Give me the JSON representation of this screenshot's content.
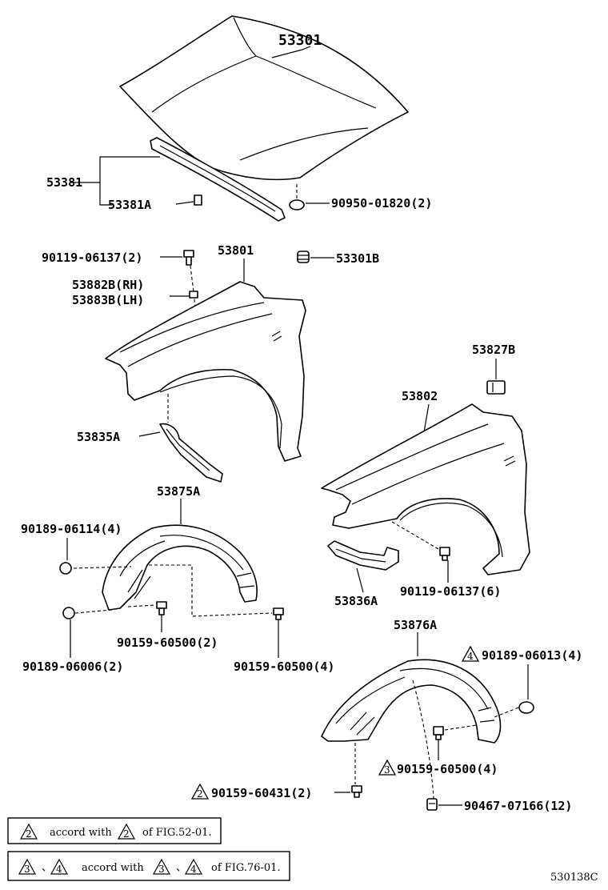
{
  "labels": {
    "p53301": "53301",
    "p53381": "53381",
    "p53381A": "53381A",
    "p90950": "90950-01820(2)",
    "p90119a": "90119-06137(2)",
    "p53801": "53801",
    "p53301B": "53301B",
    "p53882B": "53882B(RH)",
    "p53883B": "53883B(LH)",
    "p53827B": "53827B",
    "p53802": "53802",
    "p53835A": "53835A",
    "p53875A": "53875A",
    "p90189a": "90189-06114(4)",
    "p53836A": "53836A",
    "p90119b": "90119-06137(6)",
    "p90159a": "90159-60500(2)",
    "p90189b": "90189-06006(2)",
    "p90159b": "90159-60500(4)",
    "p53876A": "53876A",
    "p90189c": "90189-06013(4)",
    "p90159c": "90159-60500(4)",
    "p90159d": "90159-60431(2)",
    "p90467": "90467-07166(12)",
    "fig_code": "530138C"
  },
  "markers": {
    "m_90189c": "4",
    "m_90159c": "3",
    "m_90159d": "2"
  },
  "notes": {
    "note1": {
      "marker": "2",
      "text": "accord with",
      "marker2": "2",
      "suffix": "of FIG.52-01."
    },
    "note2": {
      "marker_a": "3",
      "marker_b": "4",
      "text": "accord with",
      "marker_c": "3",
      "marker_d": "4",
      "suffix": "of FIG.76-01."
    }
  }
}
